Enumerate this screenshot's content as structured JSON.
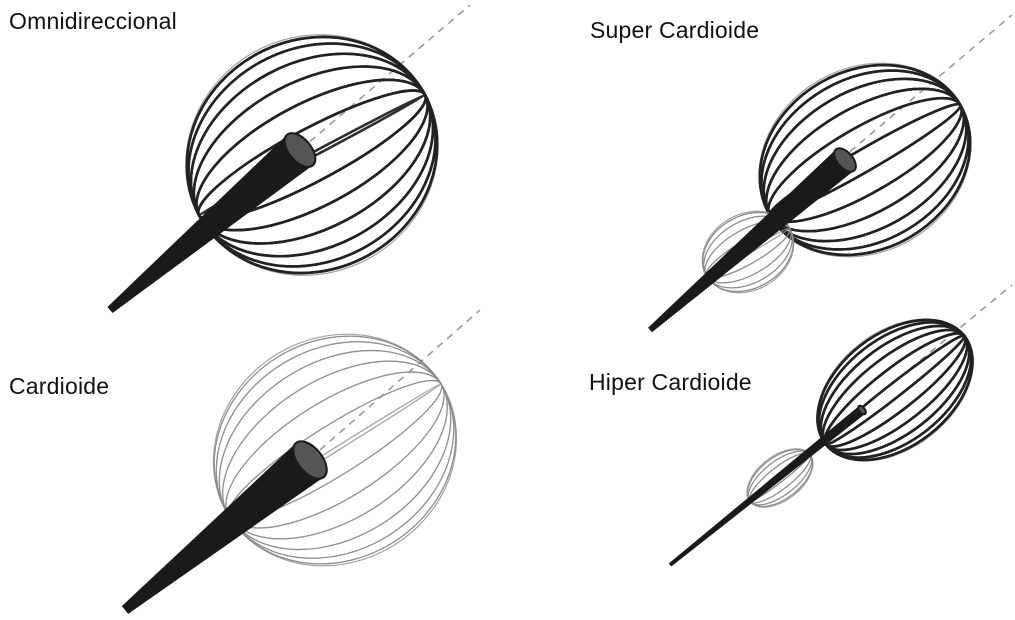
{
  "panels": [
    {
      "id": "omnidireccional",
      "label": "Omnidireccional"
    },
    {
      "id": "super-cardioide",
      "label": "Super Cardioide"
    },
    {
      "id": "cardioide",
      "label": "Cardioide"
    },
    {
      "id": "hiper-cardioide",
      "label": "Hiper Cardioide"
    }
  ],
  "colors": {
    "background": "#ffffff",
    "wire_dark": "#222222",
    "wire_light": "#8a8a8a",
    "axis_dash": "#9a9a9a",
    "microphone": "#1a1a1a"
  }
}
